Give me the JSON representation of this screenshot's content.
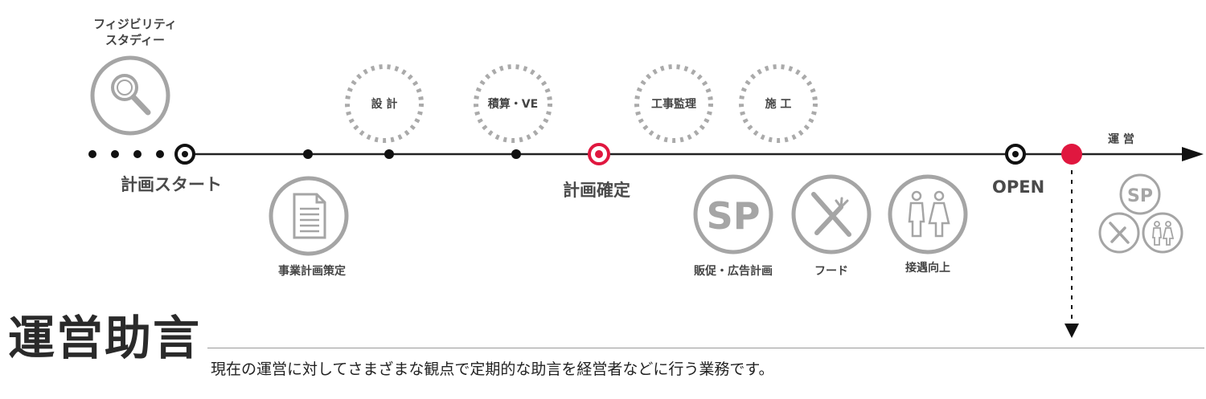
{
  "feasibility": {
    "line1": "フィジビリティ",
    "line2": "スタディー"
  },
  "milestones": {
    "start": "計画スタート",
    "confirm": "計画確定",
    "open": "OPEN",
    "operation": "運 営"
  },
  "phases": {
    "design": "設 計",
    "estimate": "積算・VE",
    "supervision": "工事監理",
    "construction": "施 工"
  },
  "services": {
    "business_plan": "事業計画策定",
    "promotion": "販促・広告計画",
    "food": "フード",
    "hospitality": "接遇向上",
    "sp_text": "SP"
  },
  "section": {
    "title": "運営助言",
    "description": "現在の運営に対してさまざまな観点で定期的な助言を経営者などに行う業務です。"
  },
  "colors": {
    "accent": "#e0173f",
    "line": "#222222",
    "icon_gray": "#a5a5a5",
    "dash_gray": "#aaaaaa"
  }
}
